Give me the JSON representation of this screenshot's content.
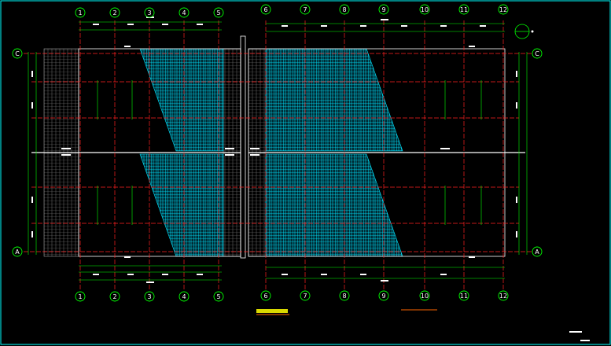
{
  "drawing": {
    "background": "#000000",
    "colors": {
      "frame": "#00ffff",
      "grid": "#ff0000",
      "dimension": "#00ff00",
      "hatch": "#00e5ff",
      "label": "#ffffff",
      "title_underline": "#ff6600"
    },
    "left_block": {
      "top_axes": [
        "1",
        "2",
        "3",
        "4",
        "5"
      ],
      "bottom_axes": [
        "1",
        "2",
        "3",
        "4",
        "5"
      ]
    },
    "right_block": {
      "top_axes": [
        "6",
        "7",
        "8",
        "9",
        "10",
        "11",
        "12"
      ],
      "bottom_axes": [
        "6",
        "7",
        "8",
        "9",
        "10",
        "11",
        "12"
      ]
    },
    "row_axes": {
      "left": [
        "C",
        "A"
      ],
      "right": [
        "C",
        "A"
      ]
    }
  }
}
